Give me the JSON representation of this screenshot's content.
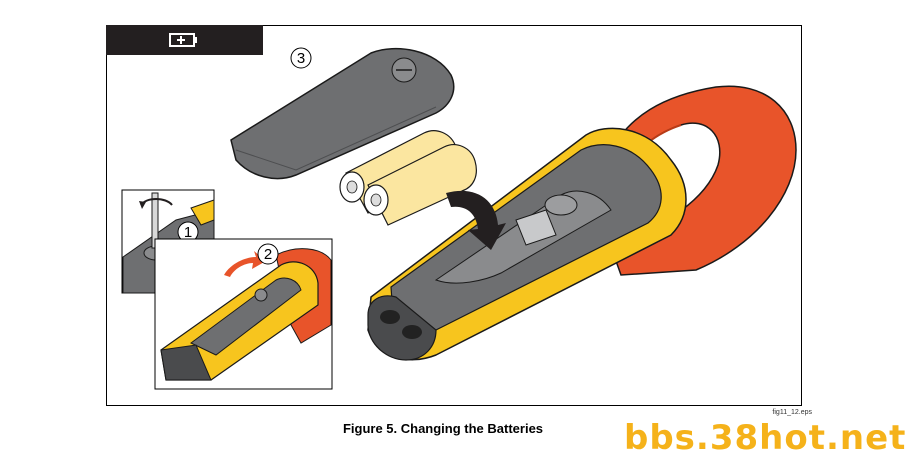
{
  "figure": {
    "caption": "Figure 5. Changing the Batteries",
    "file_ref": "fig11_12.eps",
    "header_icon": "battery-icon",
    "steps": [
      {
        "number": "1"
      },
      {
        "number": "2"
      },
      {
        "number": "3"
      }
    ]
  },
  "watermark": "bbs.38hot.net",
  "colors": {
    "meter_yellow": "#f7c51e",
    "clamp_orange": "#e8542a",
    "meter_gray": "#6e6f71",
    "battery_yellow": "#fbe6a0",
    "header_black": "#231f20"
  }
}
